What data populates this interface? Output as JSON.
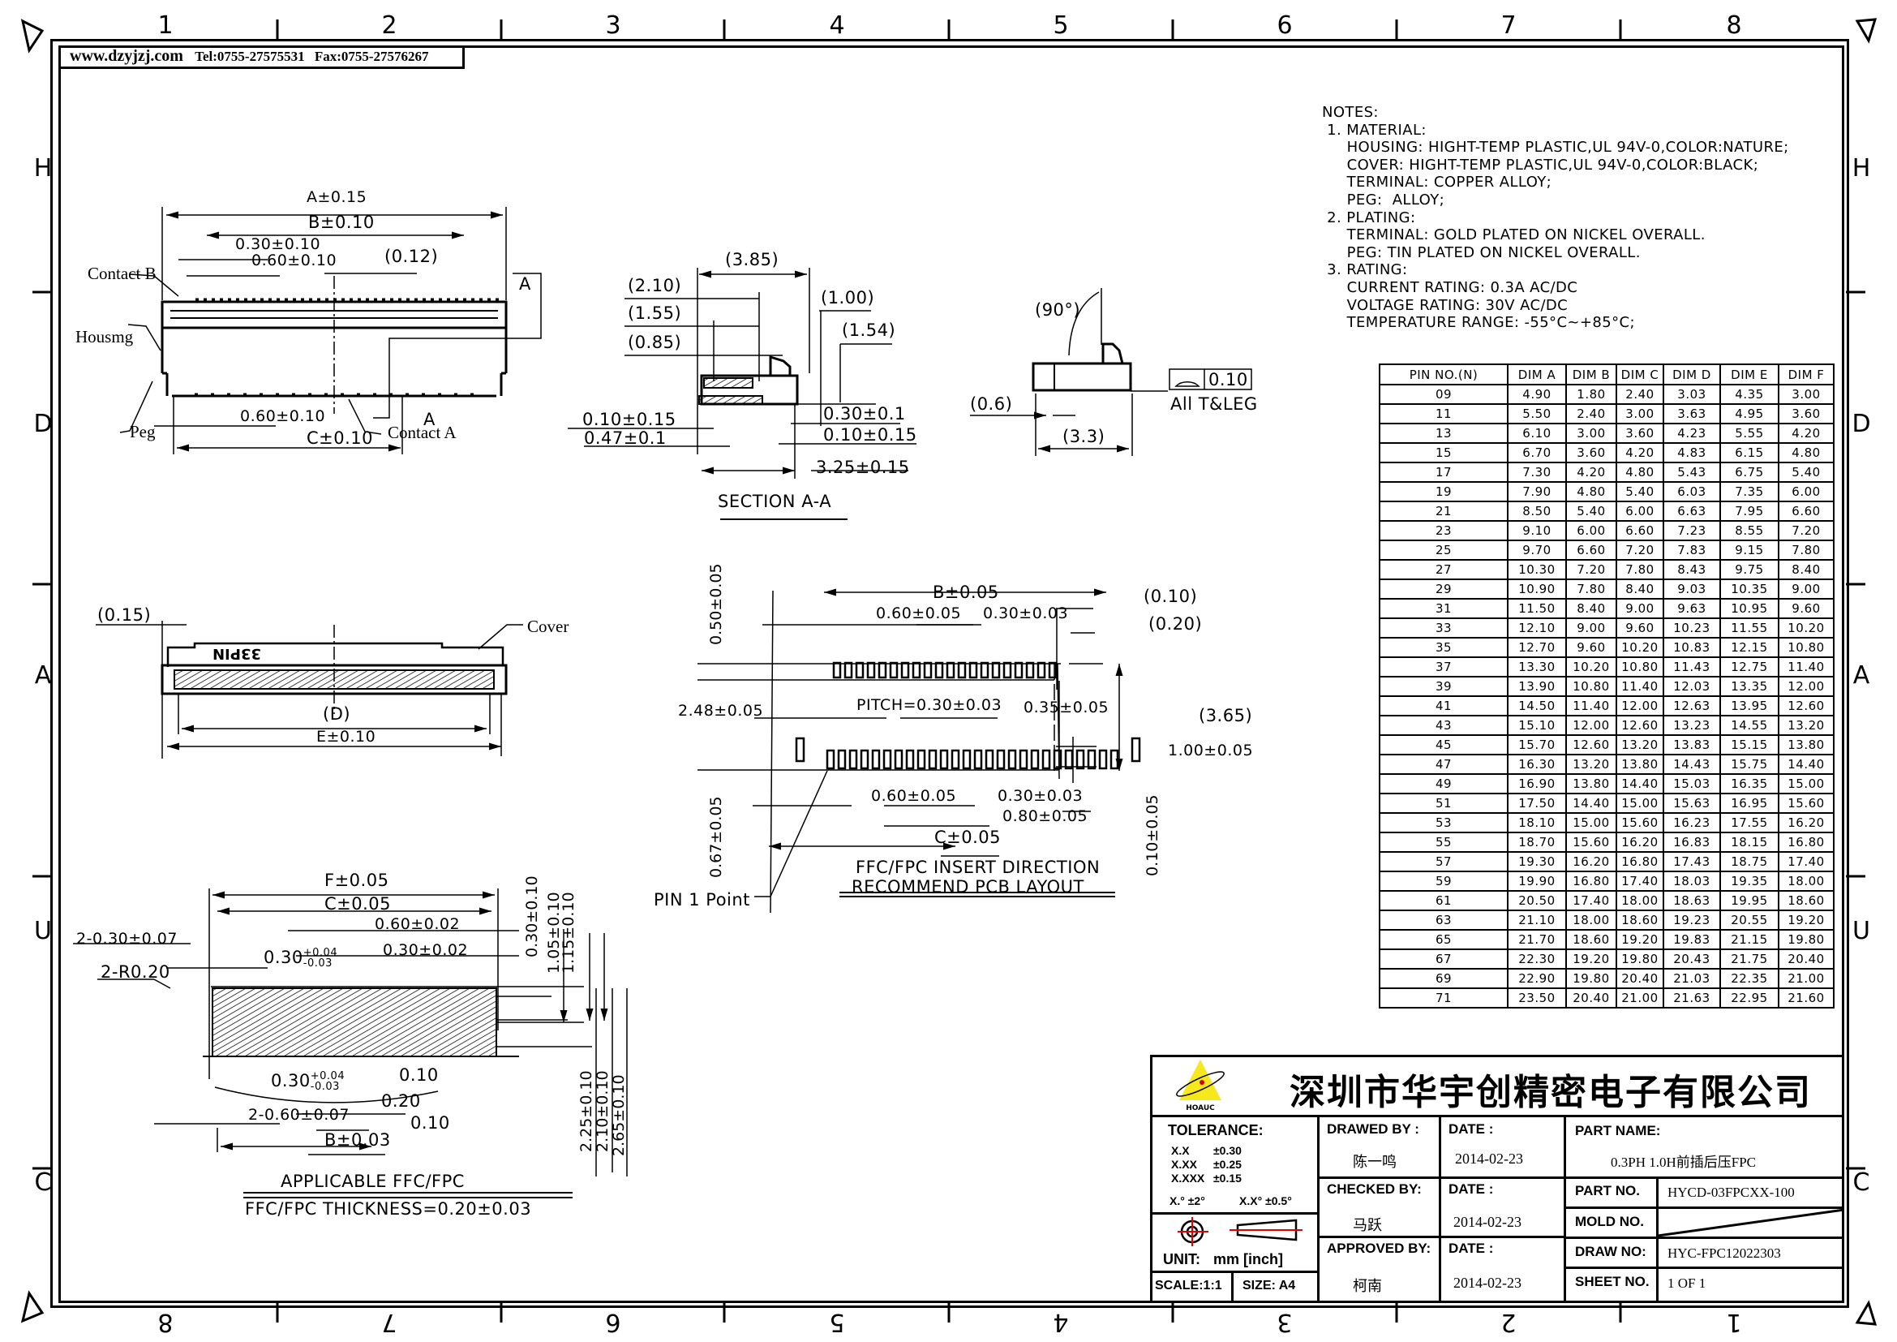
{
  "header": {
    "website": "www.dzyjzj.com",
    "tel": "Tel:0755-27575531",
    "fax": "Fax:0755-27576267"
  },
  "frame": {
    "top_zones": [
      "1",
      "2",
      "3",
      "4",
      "5",
      "6",
      "7",
      "8"
    ],
    "bottom_zones": [
      "8",
      "7",
      "6",
      "5",
      "4",
      "3",
      "2",
      "1"
    ],
    "left_zones": [
      "H",
      "D",
      "A",
      "U",
      "C"
    ],
    "right_zones": [
      "H",
      "D",
      "A",
      "U",
      "C"
    ]
  },
  "views": {
    "top_view": {
      "labels": {
        "contact_b": "Contact B",
        "housing": "Housmg",
        "peg": "Peg",
        "contact_a": "Contact A",
        "section_mark_top": "A",
        "section_mark_bottom": "A"
      },
      "dims": {
        "a": "A±0.15",
        "b": "B±0.10",
        "d030": "0.30±0.10",
        "d060": "0.60±0.10",
        "d012": "(0.12)",
        "d060b": "0.60±0.10",
        "c": "C±0.10"
      }
    },
    "section_aa": {
      "title": "SECTION A-A",
      "dims": {
        "d385": "(3.85)",
        "d210": "(2.10)",
        "d155": "(1.55)",
        "d085": "(0.85)",
        "d100": "(1.00)",
        "d154": "(1.54)",
        "d010a": "0.10±0.15",
        "d047": "0.47±0.1",
        "d030": "0.30±0.1",
        "d010b": "0.10±0.15",
        "d325": "3.25±0.15"
      }
    },
    "side_view": {
      "dims": {
        "angle": "(90°)",
        "d06": "(0.6)",
        "d33": "(3.3)"
      },
      "flatness": {
        "symbol": "profile-of-surface",
        "value": "0.10",
        "note": "All T&LEG"
      }
    },
    "front_view": {
      "labels": {
        "cover": "Cover",
        "marking": "33PIN"
      },
      "dims": {
        "d015": "(0.15)",
        "d": "(D)",
        "e": "E±0.10"
      }
    },
    "pcb_layout": {
      "title_line1": "FFC/FPC INSERT DIRECTION",
      "title_line2": "RECOMMEND PCB LAYOUT",
      "pin1_label": "PIN 1 Point",
      "dims": {
        "b": "B±0.05",
        "d060top": "0.60±0.05",
        "d030top": "0.30±0.03",
        "d010": "(0.10)",
        "d020": "(0.20)",
        "d050": "0.50±0.05",
        "d248": "2.48±0.05",
        "pitch": "PITCH=0.30±0.03",
        "d035": "0.35±0.05",
        "d365": "(3.65)",
        "d100": "1.00±0.05",
        "d067": "0.67±0.05",
        "d060bot": "0.60±0.05",
        "d030bot": "0.30±0.03",
        "d080": "0.80±0.05",
        "c": "C±0.05",
        "d010v": "0.10±0.05"
      }
    },
    "ffc_view": {
      "title_line1": "APPLICABLE FFC/FPC",
      "title_line2": "FFC/FPC THICKNESS=0.20±0.03",
      "dims": {
        "f": "F±0.05",
        "c": "C±0.05",
        "d060": "0.60±0.02",
        "d2030": "2-0.30±0.07",
        "d030tol_base": "0.30",
        "d030tol_plus": "+0.04",
        "d030tol_minus": "-0.03",
        "d030": "0.30±0.02",
        "r020": "2-R0.20",
        "d030tol2_base": "0.30",
        "d030tol2_plus": "+0.04",
        "d030tol2_minus": "-0.03",
        "d010a": "0.10",
        "d020": "0.20",
        "d2060": "2-0.60±0.07",
        "d010b": "0.10",
        "b": "B±0.03",
        "v030": "0.30±0.10",
        "v105": "1.05±0.10",
        "v115": "1.15±0.10",
        "v225": "2.25±0.10",
        "v210": "2.10±0.10",
        "v265": "2.65±0.10"
      }
    }
  },
  "notes": {
    "title": "NOTES:",
    "lines": [
      " 1. MATERIAL:",
      "     HOUSING: HIGHT-TEMP PLASTIC,UL 94V-0,COLOR:NATURE;",
      "     COVER: HIGHT-TEMP PLASTIC,UL 94V-0,COLOR:BLACK;",
      "     TERMINAL: COPPER ALLOY;",
      "     PEG:  ALLOY;",
      " 2. PLATING:",
      "     TERMINAL: GOLD PLATED ON NICKEL OVERALL.",
      "     PEG: TIN PLATED ON NICKEL OVERALL.",
      " 3. RATING:",
      "     CURRENT RATING: 0.3A AC/DC",
      "     VOLTAGE RATING: 30V AC/DC",
      "     TEMPERATURE RANGE: -55°C~+85°C;"
    ]
  },
  "dim_table": {
    "headers": [
      "PIN NO.(N)",
      "DIM A",
      "DIM B",
      "DIM C",
      "DIM D",
      "DIM E",
      "DIM F"
    ],
    "rows": [
      [
        "09",
        "4.90",
        "1.80",
        "2.40",
        "3.03",
        "4.35",
        "3.00"
      ],
      [
        "11",
        "5.50",
        "2.40",
        "3.00",
        "3.63",
        "4.95",
        "3.60"
      ],
      [
        "13",
        "6.10",
        "3.00",
        "3.60",
        "4.23",
        "5.55",
        "4.20"
      ],
      [
        "15",
        "6.70",
        "3.60",
        "4.20",
        "4.83",
        "6.15",
        "4.80"
      ],
      [
        "17",
        "7.30",
        "4.20",
        "4.80",
        "5.43",
        "6.75",
        "5.40"
      ],
      [
        "19",
        "7.90",
        "4.80",
        "5.40",
        "6.03",
        "7.35",
        "6.00"
      ],
      [
        "21",
        "8.50",
        "5.40",
        "6.00",
        "6.63",
        "7.95",
        "6.60"
      ],
      [
        "23",
        "9.10",
        "6.00",
        "6.60",
        "7.23",
        "8.55",
        "7.20"
      ],
      [
        "25",
        "9.70",
        "6.60",
        "7.20",
        "7.83",
        "9.15",
        "7.80"
      ],
      [
        "27",
        "10.30",
        "7.20",
        "7.80",
        "8.43",
        "9.75",
        "8.40"
      ],
      [
        "29",
        "10.90",
        "7.80",
        "8.40",
        "9.03",
        "10.35",
        "9.00"
      ],
      [
        "31",
        "11.50",
        "8.40",
        "9.00",
        "9.63",
        "10.95",
        "9.60"
      ],
      [
        "33",
        "12.10",
        "9.00",
        "9.60",
        "10.23",
        "11.55",
        "10.20"
      ],
      [
        "35",
        "12.70",
        "9.60",
        "10.20",
        "10.83",
        "12.15",
        "10.80"
      ],
      [
        "37",
        "13.30",
        "10.20",
        "10.80",
        "11.43",
        "12.75",
        "11.40"
      ],
      [
        "39",
        "13.90",
        "10.80",
        "11.40",
        "12.03",
        "13.35",
        "12.00"
      ],
      [
        "41",
        "14.50",
        "11.40",
        "12.00",
        "12.63",
        "13.95",
        "12.60"
      ],
      [
        "43",
        "15.10",
        "12.00",
        "12.60",
        "13.23",
        "14.55",
        "13.20"
      ],
      [
        "45",
        "15.70",
        "12.60",
        "13.20",
        "13.83",
        "15.15",
        "13.80"
      ],
      [
        "47",
        "16.30",
        "13.20",
        "13.80",
        "14.43",
        "15.75",
        "14.40"
      ],
      [
        "49",
        "16.90",
        "13.80",
        "14.40",
        "15.03",
        "16.35",
        "15.00"
      ],
      [
        "51",
        "17.50",
        "14.40",
        "15.00",
        "15.63",
        "16.95",
        "15.60"
      ],
      [
        "53",
        "18.10",
        "15.00",
        "15.60",
        "16.23",
        "17.55",
        "16.20"
      ],
      [
        "55",
        "18.70",
        "15.60",
        "16.20",
        "16.83",
        "18.15",
        "16.80"
      ],
      [
        "57",
        "19.30",
        "16.20",
        "16.80",
        "17.43",
        "18.75",
        "17.40"
      ],
      [
        "59",
        "19.90",
        "16.80",
        "17.40",
        "18.03",
        "19.35",
        "18.00"
      ],
      [
        "61",
        "20.50",
        "17.40",
        "18.00",
        "18.63",
        "19.95",
        "18.60"
      ],
      [
        "63",
        "21.10",
        "18.00",
        "18.60",
        "19.23",
        "20.55",
        "19.20"
      ],
      [
        "65",
        "21.70",
        "18.60",
        "19.20",
        "19.83",
        "21.15",
        "19.80"
      ],
      [
        "67",
        "22.30",
        "19.20",
        "19.80",
        "20.43",
        "21.75",
        "20.40"
      ],
      [
        "69",
        "22.90",
        "19.80",
        "20.40",
        "21.03",
        "22.35",
        "21.00"
      ],
      [
        "71",
        "23.50",
        "20.40",
        "21.00",
        "21.63",
        "22.95",
        "21.60"
      ]
    ]
  },
  "title_block": {
    "logo_text": "HOAUC",
    "company": "深圳市华宇创精密电子有限公司",
    "tolerance": {
      "label": "TOLERANCE:",
      "rows": [
        {
          "k": "X.X",
          "v": "±0.30"
        },
        {
          "k": "X.XX",
          "v": "±0.25"
        },
        {
          "k": "X.XXX",
          "v": "±0.15"
        }
      ],
      "angle1_k": "X.°",
      "angle1_v": "±2°",
      "angle2_k": "X.X°",
      "angle2_v": "±0.5°"
    },
    "unit_label": "UNIT:",
    "unit_value": "mm [inch]",
    "scale": "SCALE:1:1",
    "size": "SIZE: A4",
    "drawed_by_label": "DRAWED BY :",
    "drawed_by": "陈一鸣",
    "checked_by_label": "CHECKED BY:",
    "checked_by": "马跃",
    "approved_by_label": "APPROVED BY:",
    "approved_by": "柯南",
    "date_label": "DATE :",
    "date1": "2014-02-23",
    "date2": "2014-02-23",
    "date3": "2014-02-23",
    "part_name_label": "PART NAME:",
    "part_name": "0.3PH 1.0H前插后压FPC",
    "part_no_label": "PART NO.",
    "part_no": "HYCD-03FPCXX-100",
    "mold_no_label": "MOLD NO.",
    "mold_no": "",
    "draw_no_label": "DRAW NO:",
    "draw_no": "HYC-FPC12022303",
    "sheet_no_label": "SHEET NO.",
    "sheet_no": "1 OF 1"
  },
  "colors": {
    "line": "#000000",
    "logo_yellow": "#f5e81c",
    "logo_red": "#d00000",
    "symbol_red": "#e00000"
  }
}
